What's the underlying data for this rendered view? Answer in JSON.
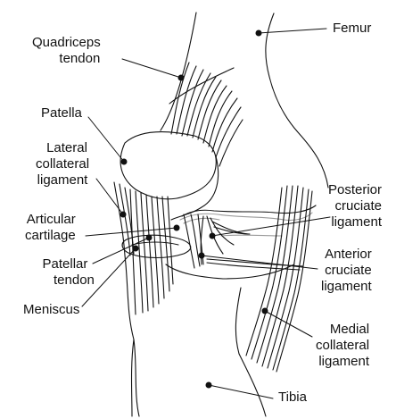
{
  "labels": {
    "quadriceps_tendon": [
      "Quadriceps",
      "tendon"
    ],
    "patella": [
      "Patella"
    ],
    "lateral_collateral_ligament": [
      "Lateral",
      "collateral",
      "ligament"
    ],
    "articular_cartilage": [
      "Articular",
      "cartilage"
    ],
    "patellar_tendon": [
      "Patellar",
      "tendon"
    ],
    "meniscus": [
      "Meniscus"
    ],
    "femur": [
      "Femur"
    ],
    "posterior_cruciate_ligament": [
      "Posterior",
      "cruciate",
      "ligament"
    ],
    "anterior_cruciate_ligament": [
      "Anterior",
      "cruciate",
      "ligament"
    ],
    "medial_collateral_ligament": [
      "Medial",
      "collateral",
      "ligament"
    ],
    "tibia": [
      "Tibia"
    ]
  },
  "colors": {
    "line": "#111111",
    "cartilage": "#9a9a9a"
  }
}
